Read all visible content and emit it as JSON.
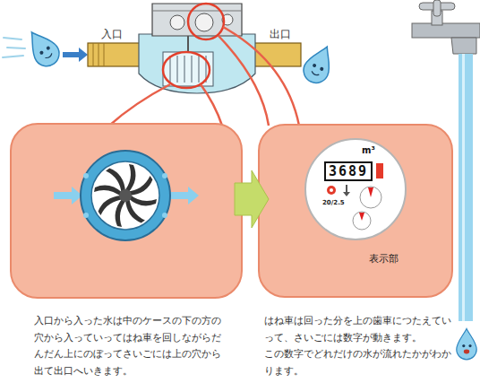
{
  "diagram": {
    "nodes": [
      {
        "text": [
          "表示部"
        ]
      },
      {
        "text": [
          "m³",
          "3689",
          "20/2.5"
        ],
        "in": 0
      }
    ],
    "labels": [
      "入口",
      "出口",
      "入口から入った水は中のケースの下の方の穴から入っていってはね車を回しながらだんだん上にのぼってさいごには上の穴から出て出口へいきます。",
      "はね車は回った分を上の歯車につたえていって、さいごには数字が動きます。",
      "この数字でどれだけの水が流れたかがわかります。"
    ]
  }
}
